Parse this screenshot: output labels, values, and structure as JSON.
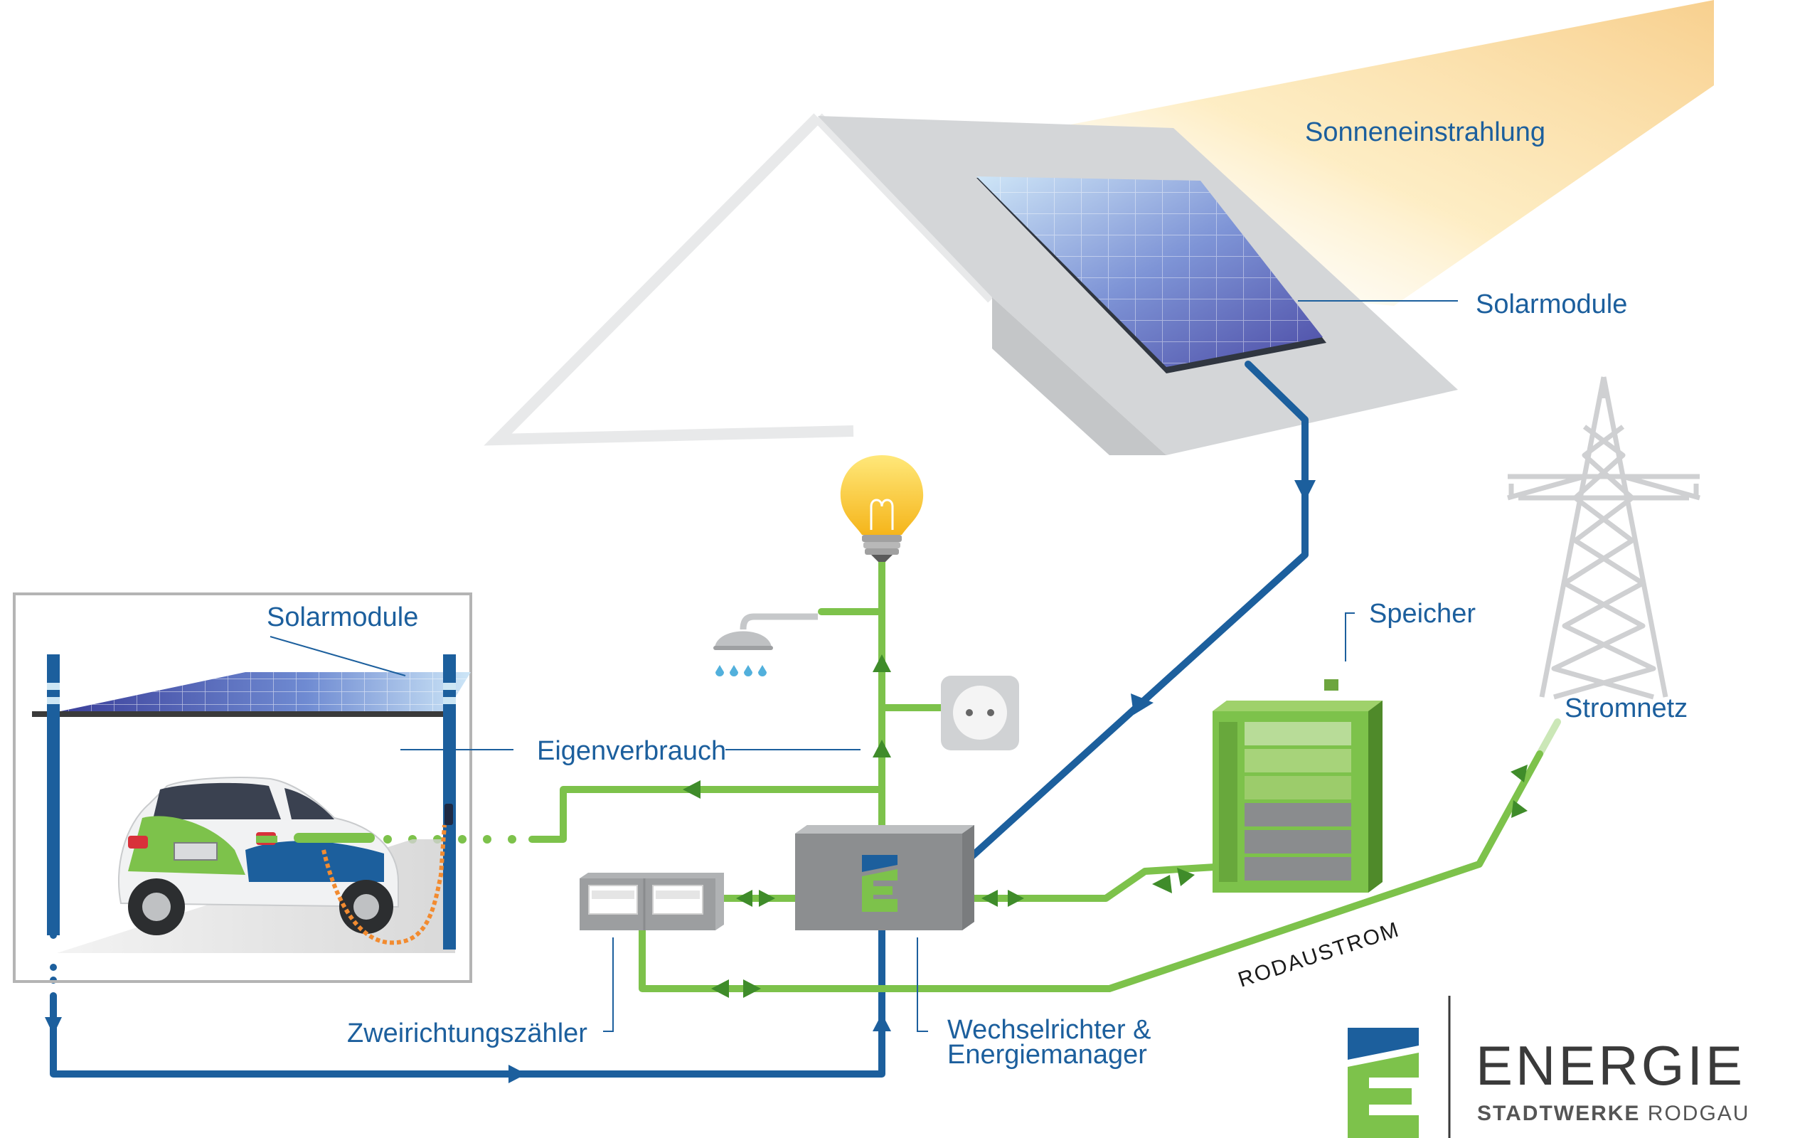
{
  "labels": {
    "sun": "Sonneneinstrahlung",
    "roof_modules": "Solarmodule",
    "carport_modules": "Solarmodule",
    "self_consumption": "Eigenverbrauch",
    "storage": "Speicher",
    "grid": "Stromnetz",
    "meter": "Zweirichtungszähler",
    "inverter_line1": "Wechselrichter &",
    "inverter_line2": "Energiemanager",
    "tariff_brand": "RODAUSTROM"
  },
  "logo": {
    "title": "ENERGIE",
    "sub_bold": "STADTWERKE",
    "sub_regular": "RODGAU"
  },
  "colors": {
    "dc_line": "#1c5f9d",
    "ac_line": "#7dc24b",
    "label_text": "#1c5f9d",
    "house_gray": "#d4d6d8",
    "device_gray": "#8c8e90"
  }
}
